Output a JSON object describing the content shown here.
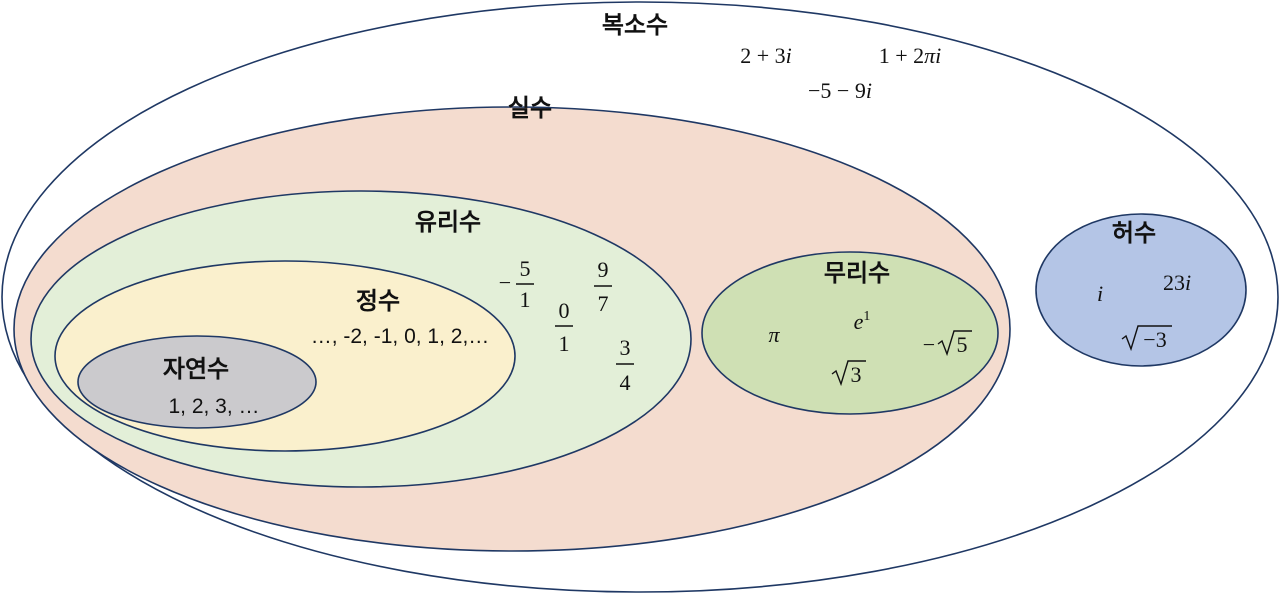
{
  "sets": {
    "complex": {
      "label": "복소수",
      "fill": "#ffffff",
      "stroke": "#1f3864"
    },
    "real": {
      "label": "실수",
      "fill": "#f4dccf",
      "stroke": "#1f3864"
    },
    "rational": {
      "label": "유리수",
      "fill": "#e3efd8",
      "stroke": "#1f3864"
    },
    "integer": {
      "label": "정수",
      "fill": "#faf0cd",
      "stroke": "#1f3864"
    },
    "natural": {
      "label": "자연수",
      "fill": "#cbcacd",
      "stroke": "#1f3864"
    },
    "irrational": {
      "label": "무리수",
      "fill": "#cfe0b4",
      "stroke": "#1f3864"
    },
    "imaginary": {
      "label": "허수",
      "fill": "#b4c5e6",
      "stroke": "#1f3864"
    }
  },
  "examples": {
    "natural": "1, 2, 3, …",
    "integer": "…, -2, -1, 0, 1, 2,…",
    "rational": [
      {
        "sign": "−",
        "numerator": "5",
        "denominator": "1"
      },
      {
        "sign": "",
        "numerator": "0",
        "denominator": "1"
      },
      {
        "sign": "",
        "numerator": "9",
        "denominator": "7"
      },
      {
        "sign": "",
        "numerator": "3",
        "denominator": "4"
      }
    ],
    "irrational": {
      "pi": "π",
      "e_base": "e",
      "e_exp": "1",
      "sqrt3_radicand": "3",
      "neg_sqrt5_sign": "−",
      "neg_sqrt5_radicand": "5"
    },
    "complex": {
      "a_re": "2 + 3",
      "a_im": "i",
      "b_re": "1 + 2",
      "b_pi": "π",
      "b_im": "i",
      "c_re": "−5 − 9",
      "c_im": "i"
    },
    "imaginary": {
      "i": "i",
      "i23_num": "23",
      "i23_unit": "i",
      "sqrt_neg3_radicand": "−3"
    }
  }
}
